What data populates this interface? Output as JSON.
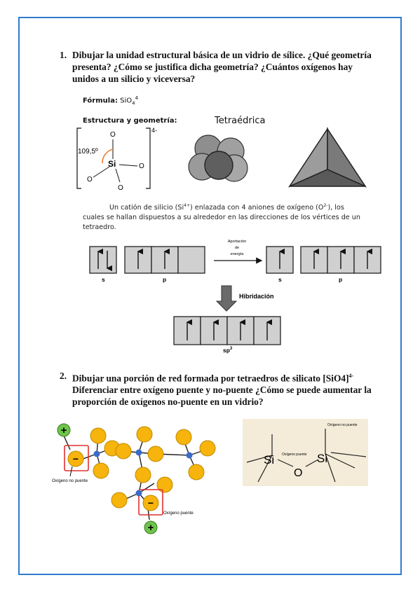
{
  "q1": {
    "number": "1.",
    "text": "Dibujar la unidad estructural básica de un vidrio de sílice. ¿Qué geometría presenta? ¿Cómo se justifica dicha geometría? ¿Cuántos oxígenos hay unidos a un silicio y viceversa?"
  },
  "formula": {
    "label": "Fórmula:",
    "value": "SiO",
    "sub": "4",
    "sup": "4"
  },
  "structure": {
    "label": "Estructura y geometría:",
    "charge": "4-",
    "angle": "109,5º",
    "atom_si": "Si",
    "atom_o": "O",
    "tetra_title": "Tetraédrica"
  },
  "paragraph": {
    "part1": "Un catión de silicio (Si",
    "si_charge": "4+",
    "part2": ") enlazada con 4 aniones de oxígeno (O",
    "o_charge": "2-",
    "part3": "), los cuales se hallan dispuestos a su alrededor en las direcciones de los vértices de un tetraedro."
  },
  "orbitals": {
    "s": "s",
    "p": "p",
    "energy_note": [
      "Aportación",
      "de",
      "energía"
    ],
    "hybridization": "Hibridación",
    "sp3": "sp",
    "sp3_sup": "3"
  },
  "q2": {
    "number": "2.",
    "line1": "Dibujar una porción de red formada por tetraedros de silicato",
    "formula": "[SiO4]",
    "formula_sup": "4-",
    "line2": " Diferenciar entre oxígeno puente y no-puente ¿Cómo se puede aumentar la proporción de oxígenos no-puente en un vidrio?"
  },
  "network": {
    "plus": "+",
    "minus": "−",
    "nonbridge_label": "Oxígeno no puente",
    "bridge_label": "Oxígeno puente"
  },
  "silicate": {
    "si": "Si",
    "o": "O",
    "bridge_label": "Oxígeno puente",
    "nonbridge_label": "Oxígeno no puente"
  },
  "colors": {
    "frame": "#2e7bd0",
    "oxygen": "#f6b40c",
    "silicon": "#3a6bc8",
    "cation": "#6ec44a",
    "highlight": "#e03030",
    "angle": "#e8803a"
  }
}
